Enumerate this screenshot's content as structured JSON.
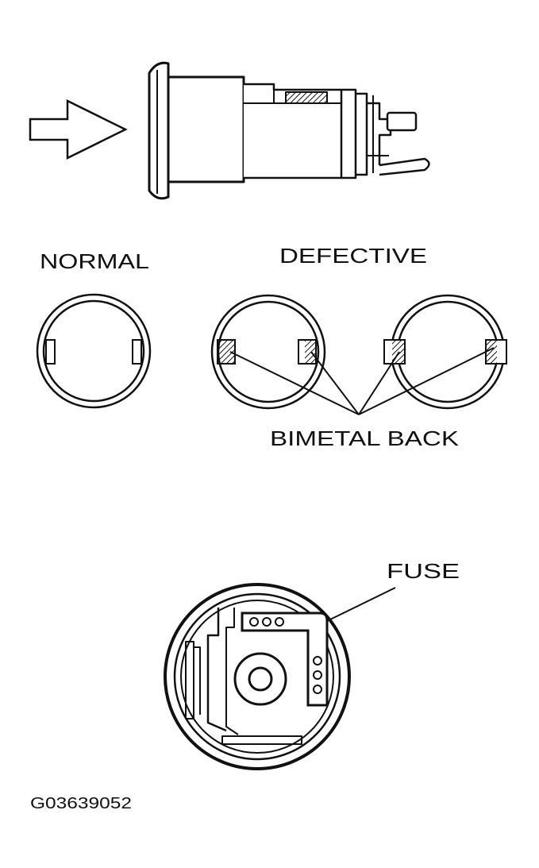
{
  "labels": {
    "normal": "NORMAL",
    "defective": "DEFECTIVE",
    "bimetal_back": "BIMETAL BACK",
    "fuse": "FUSE",
    "figure_code": "G03639052"
  },
  "colors": {
    "ink": "#111111",
    "paper": "#ffffff"
  }
}
